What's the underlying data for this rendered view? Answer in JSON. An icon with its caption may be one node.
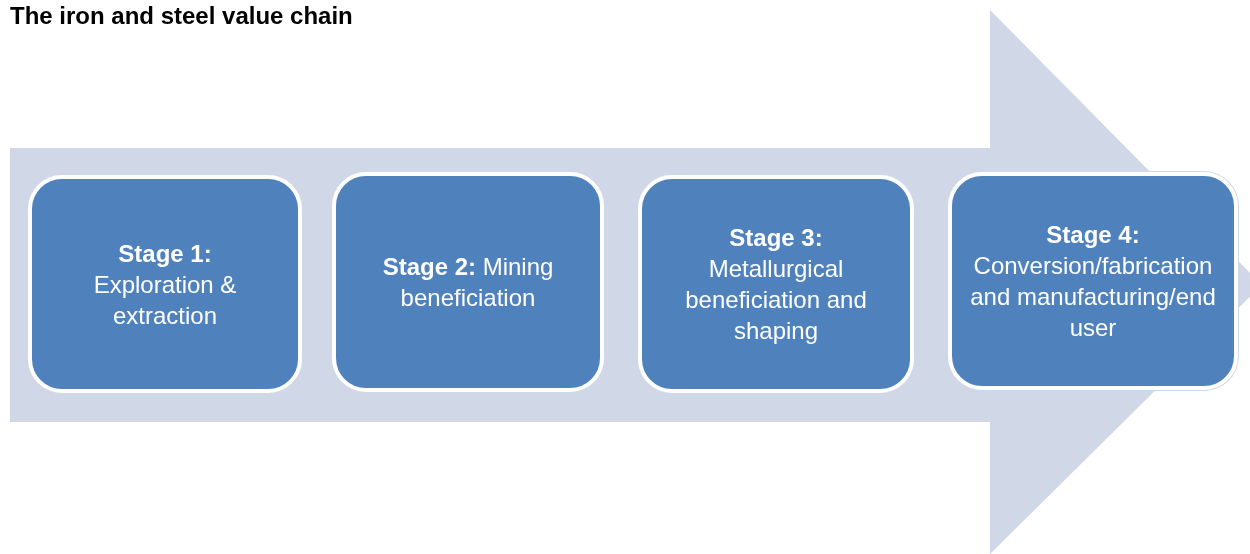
{
  "diagram": {
    "title": "The iron and steel value chain",
    "nodes": [
      {
        "text": [
          "Stage 1:",
          "Exploration & extraction"
        ]
      },
      {
        "text": [
          "**Stage 2:** Mining beneficiation"
        ]
      },
      {
        "text": [
          "Stage 3:",
          "Metallurgical beneficiation and shaping"
        ]
      },
      {
        "text": [
          "Stage 4:",
          "Conversion/fabrication and manufacturing/end user"
        ]
      }
    ],
    "edges": [
      {
        "from": 0,
        "to": 3,
        "arrow": "to"
      }
    ]
  }
}
